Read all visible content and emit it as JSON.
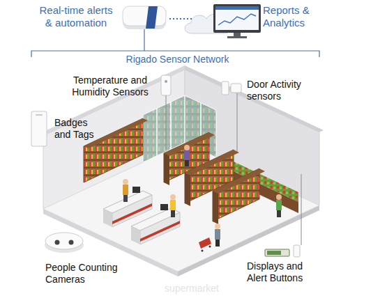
{
  "diagram": {
    "labels": [
      "Real-time alerts & automation",
      "Reports & Analytics",
      "Rigado Sensor Network",
      "Temperature and Humidity Sensors",
      "Door Activity sensors",
      "Badges and Tags",
      "People Counting Cameras",
      "Displays and Alert Buttons",
      "supermarket"
    ]
  }
}
